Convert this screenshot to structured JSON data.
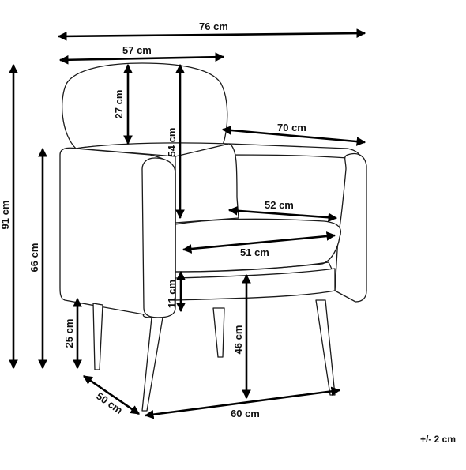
{
  "dimensions": {
    "overall_width": "76 cm",
    "backrest_width": "57 cm",
    "backrest_height": "27 cm",
    "back_height": "54 cm",
    "overall_depth": "70 cm",
    "overall_height": "91 cm",
    "armrest_height": "66 cm",
    "seat_depth": "52 cm",
    "seat_width": "51 cm",
    "seat_thickness": "11 cm",
    "leg_height": "25 cm",
    "seat_height": "46 cm",
    "base_depth": "50 cm",
    "base_width": "60 cm"
  },
  "tolerance": "+/- 2 cm",
  "colors": {
    "line": "#1a1a1a",
    "dimension": "#000000",
    "background": "#ffffff"
  }
}
